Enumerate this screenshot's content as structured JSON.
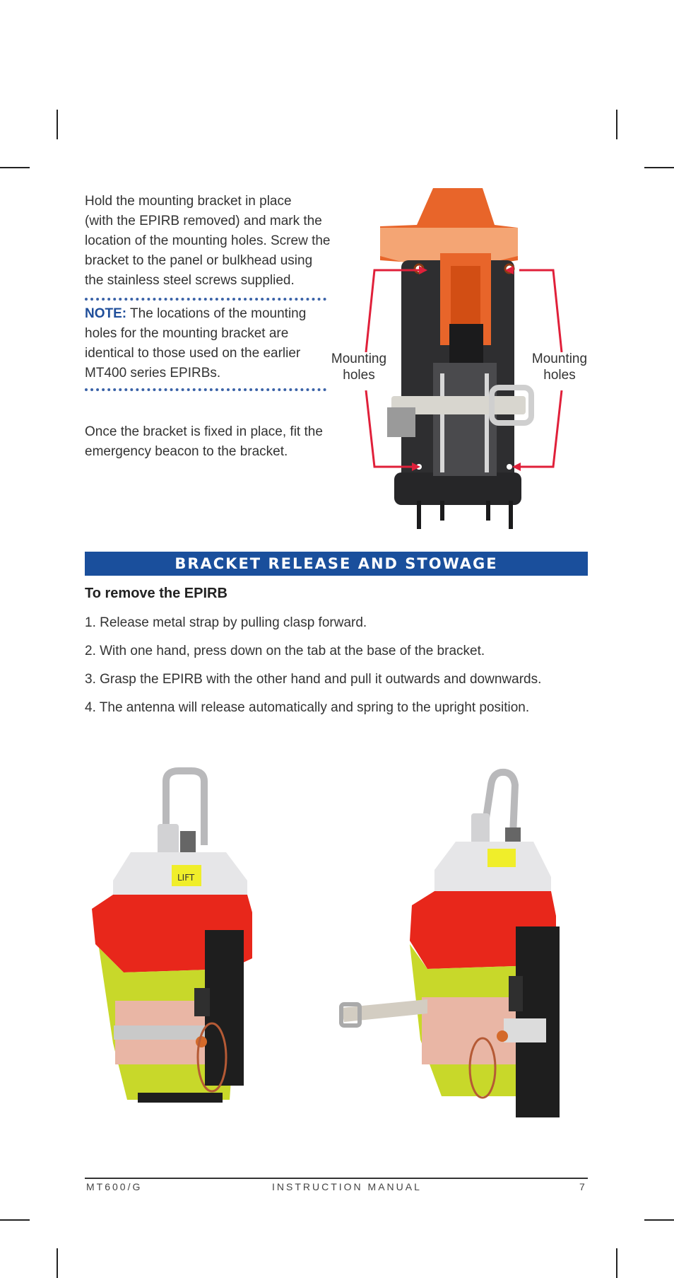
{
  "intro": {
    "lines": [
      "Hold the mounting bracket in place",
      "(with the EPIRB removed) and mark the",
      "location of the mounting holes. Screw the",
      "bracket to the panel or bulkhead using",
      "the stainless steel screws supplied."
    ]
  },
  "note": {
    "label": "NOTE:",
    "first_line": " The locations of the mounting",
    "lines": [
      "holes for the mounting bracket are",
      "identical to those used on the earlier",
      "MT400 series EPIRBs."
    ]
  },
  "fit": {
    "lines": [
      "Once the bracket is fixed in place, fit the",
      "emergency beacon to the bracket."
    ]
  },
  "figure": {
    "left_callout": [
      "Mounting",
      "holes"
    ],
    "right_callout": [
      "Mounting",
      "holes"
    ]
  },
  "section": {
    "title": "BRACKET RELEASE AND STOWAGE",
    "subheading": "To remove the EPIRB",
    "steps": [
      "1. Release metal strap by pulling clasp forward.",
      "2. With one hand, press down on the tab at the base of the bracket.",
      "3. Grasp the EPIRB with the other hand and pull it outwards and downwards.",
      "4. The antenna will release automatically and spring to the upright position."
    ]
  },
  "beacon_label": "LIFT",
  "footer": {
    "left": "MT600/G",
    "center": "INSTRUCTION MANUAL",
    "page": "7"
  },
  "colors": {
    "banner": "#1a4f9c",
    "note_label": "#1f4e9a",
    "callout_line": "#e0203a",
    "bracket_orange": "#e8652a",
    "beacon_red": "#e8271b",
    "beacon_yellow": "#c8d82a"
  }
}
